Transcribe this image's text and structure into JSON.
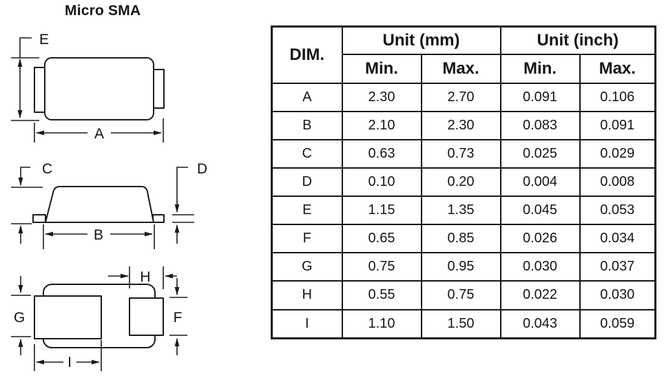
{
  "title": "Micro SMA",
  "drawing": {
    "labels": {
      "E": "E",
      "A": "A",
      "C": "C",
      "D": "D",
      "B": "B",
      "G": "G",
      "H": "H",
      "F": "F",
      "I": "I"
    }
  },
  "table": {
    "headers": {
      "dim": "DIM.",
      "unit_mm": "Unit (mm)",
      "unit_inch": "Unit (inch)",
      "min": "Min.",
      "max": "Max."
    },
    "rows": [
      {
        "dim": "A",
        "mm_min": "2.30",
        "mm_max": "2.70",
        "inch_min": "0.091",
        "inch_max": "0.106"
      },
      {
        "dim": "B",
        "mm_min": "2.10",
        "mm_max": "2.30",
        "inch_min": "0.083",
        "inch_max": "0.091"
      },
      {
        "dim": "C",
        "mm_min": "0.63",
        "mm_max": "0.73",
        "inch_min": "0.025",
        "inch_max": "0.029"
      },
      {
        "dim": "D",
        "mm_min": "0.10",
        "mm_max": "0.20",
        "inch_min": "0.004",
        "inch_max": "0.008"
      },
      {
        "dim": "E",
        "mm_min": "1.15",
        "mm_max": "1.35",
        "inch_min": "0.045",
        "inch_max": "0.053"
      },
      {
        "dim": "F",
        "mm_min": "0.65",
        "mm_max": "0.85",
        "inch_min": "0.026",
        "inch_max": "0.034"
      },
      {
        "dim": "G",
        "mm_min": "0.75",
        "mm_max": "0.95",
        "inch_min": "0.030",
        "inch_max": "0.037"
      },
      {
        "dim": "H",
        "mm_min": "0.55",
        "mm_max": "0.75",
        "inch_min": "0.022",
        "inch_max": "0.030"
      },
      {
        "dim": "I",
        "mm_min": "1.10",
        "mm_max": "1.50",
        "inch_min": "0.043",
        "inch_max": "0.059"
      }
    ]
  }
}
